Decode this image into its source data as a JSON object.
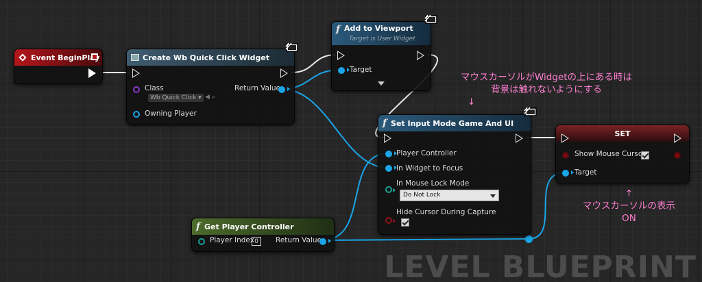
{
  "nodes": {
    "event_begin_play": {
      "title": "Event BeginPlay"
    },
    "create_widget": {
      "title": "Create Wb Quick Click Widget",
      "class_label": "Class",
      "class_value": "Wb Quick Click",
      "owning_player_label": "Owning Player",
      "return_value_label": "Return Value"
    },
    "add_to_viewport": {
      "title": "Add to Viewport",
      "subtitle": "Target is User Widget",
      "target_label": "Target"
    },
    "set_input_mode": {
      "title": "Set Input Mode Game And UI",
      "player_controller_label": "Player Controller",
      "widget_focus_label": "In Widget to Focus",
      "mouse_lock_label": "In Mouse Lock Mode",
      "mouse_lock_value": "Do Not Lock",
      "hide_cursor_label": "Hide Cursor During Capture"
    },
    "set_node": {
      "title": "SET",
      "show_cursor_label": "Show Mouse Cursor",
      "target_label": "Target"
    },
    "get_player_controller": {
      "title": "Get Player Controller",
      "player_index_label": "Player Index",
      "player_index_value": "0",
      "return_value_label": "Return Value"
    }
  },
  "notes": {
    "note1_line1": "マウスカーソルがWidgetの上にある時は",
    "note1_line2": "背景は触れないようにする",
    "note1_arrow": "↓",
    "note2_arrow": "↑",
    "note2_line1": "マウスカーソルの表示",
    "note2_line2": "ON"
  },
  "watermark": "LEVEL BLUEPRINT",
  "colors": {
    "exec_wire": "#e8e8e8",
    "object_wire": "#1aa5e8",
    "note_text": "#ff7fd0",
    "event_header": "#b3161c",
    "func_header": "#2b5a7c"
  }
}
